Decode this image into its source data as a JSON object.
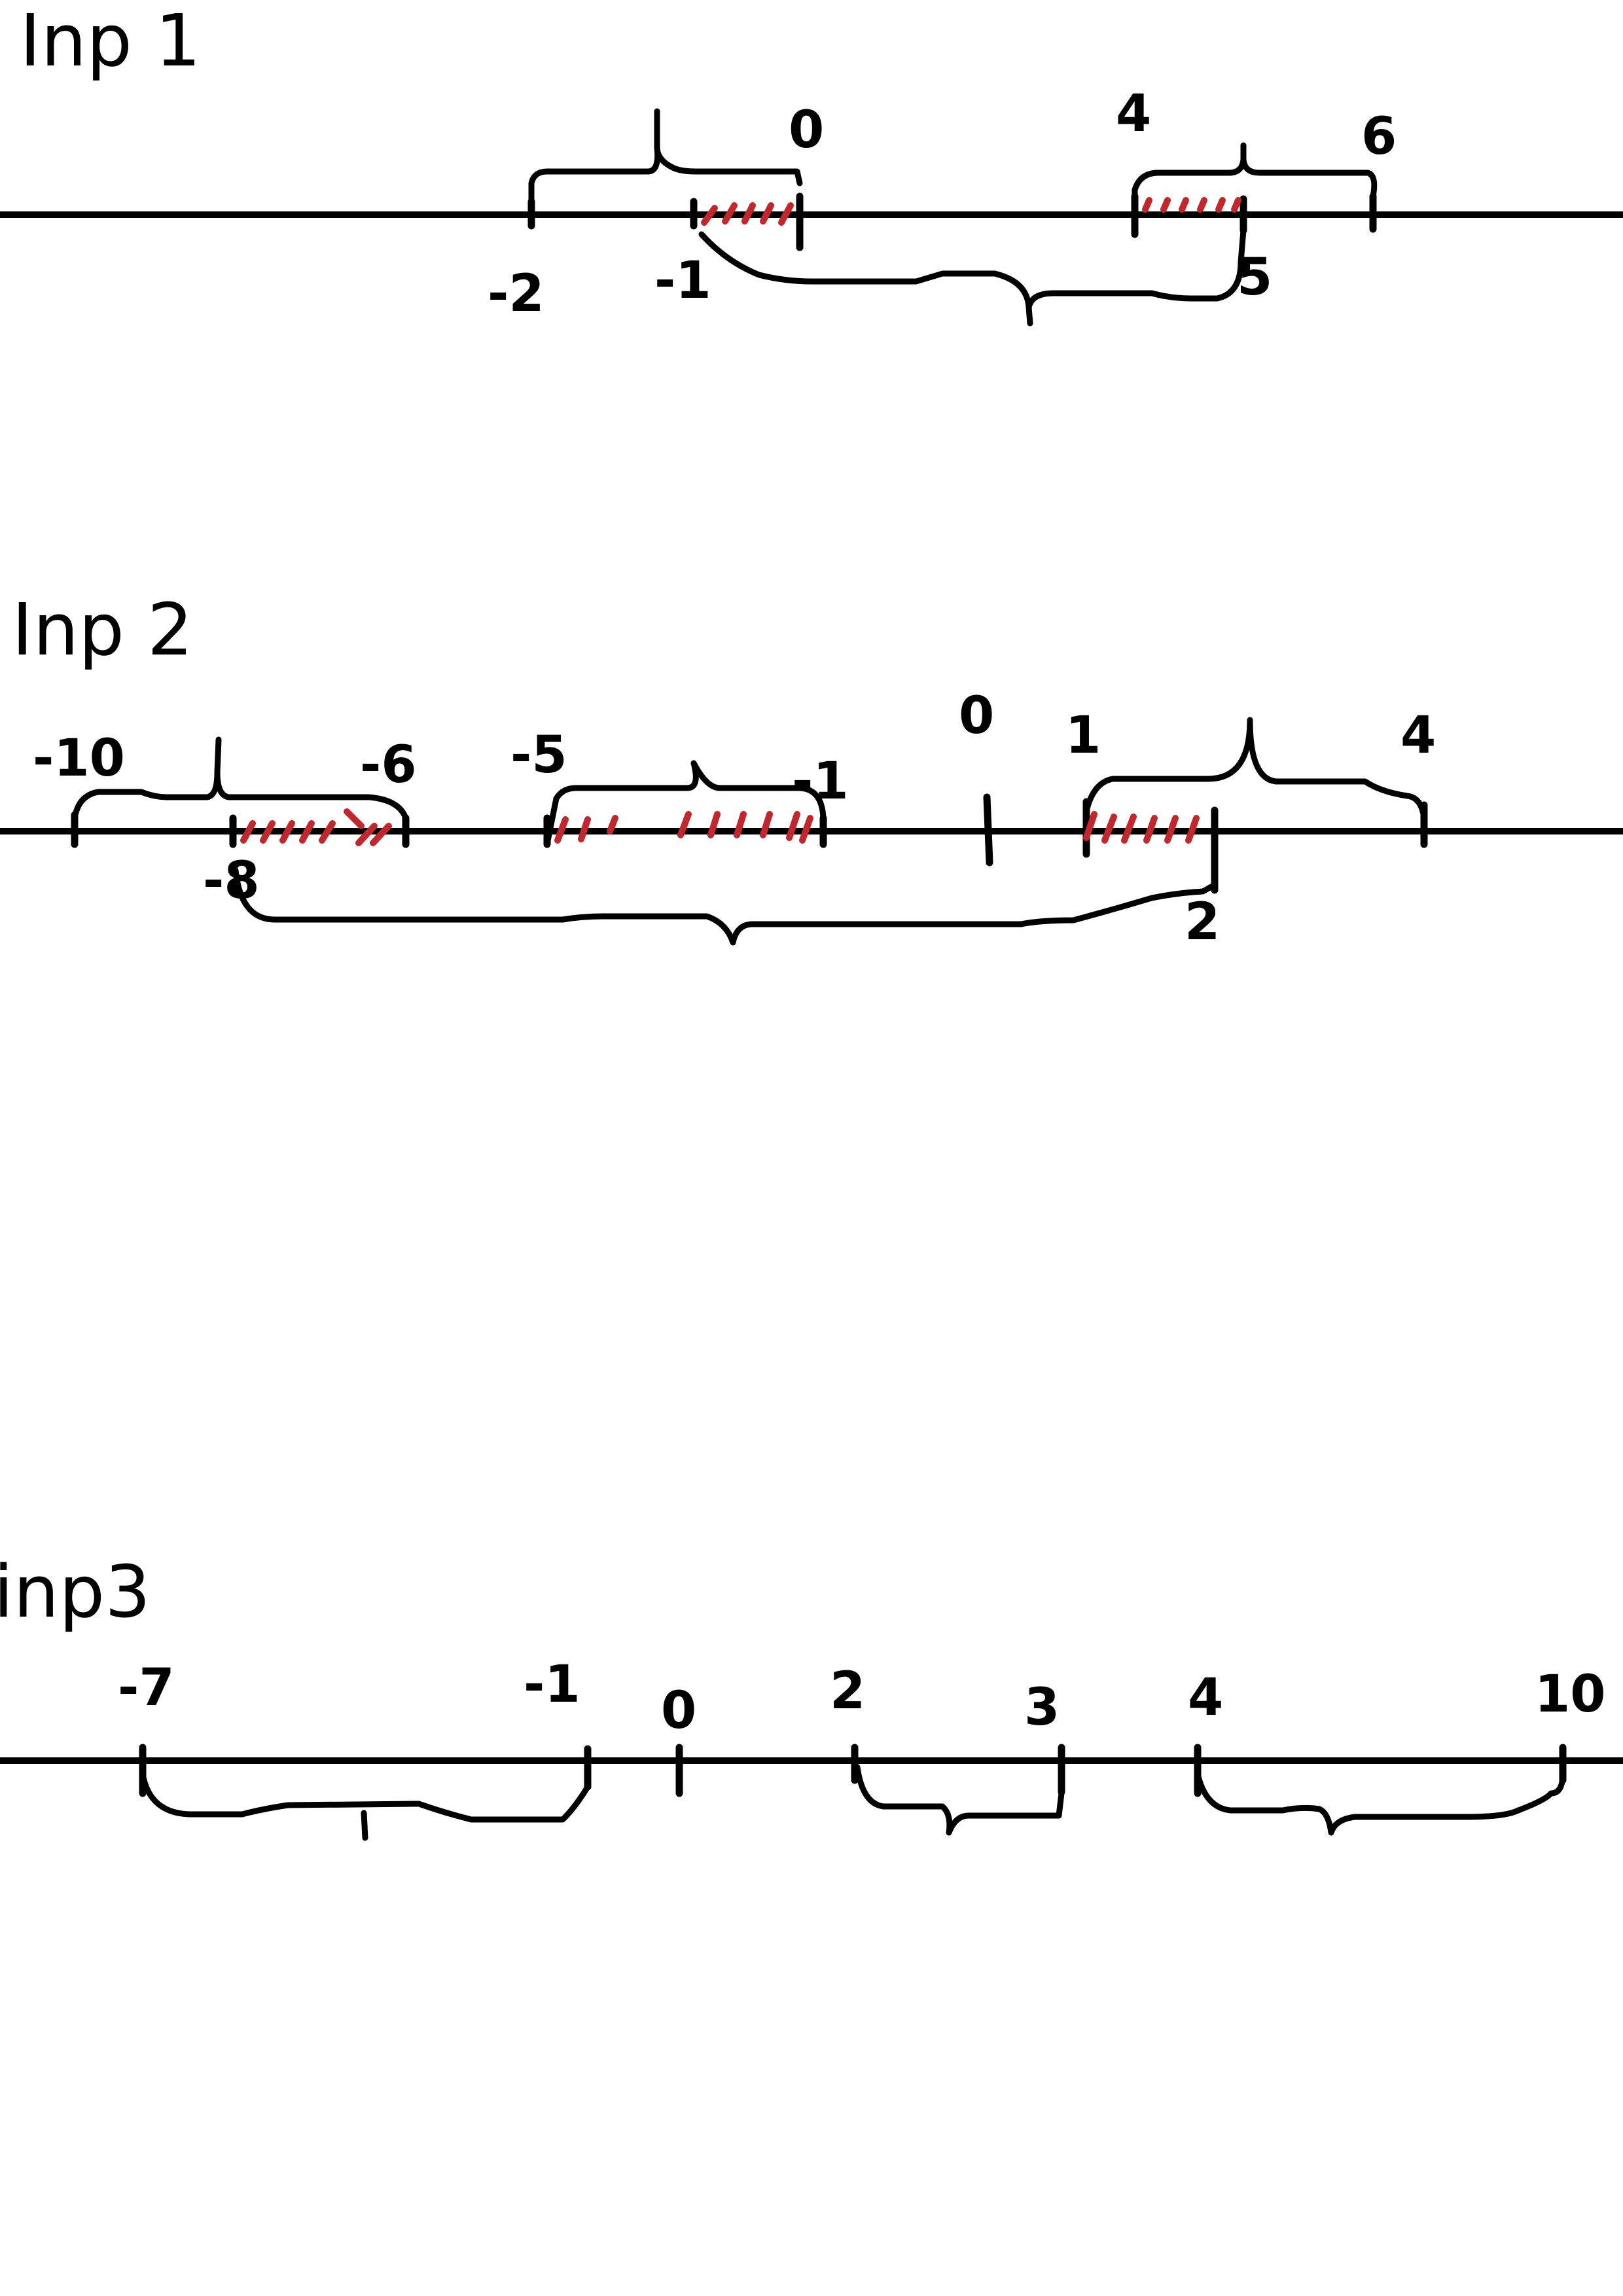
{
  "colors": {
    "ink": "#000000",
    "shade": "#c0282d",
    "paper": "#ffffff"
  },
  "diagrams": [
    {
      "title": "Inp 1",
      "tick_labels": [
        "-2",
        "-1",
        "0",
        "4",
        "5",
        "6"
      ],
      "top_intervals": [
        [
          "-2",
          "0"
        ],
        [
          "4",
          "6"
        ]
      ],
      "bottom_intervals": [
        [
          "-1",
          "5"
        ]
      ],
      "intersection": [
        [
          "-1",
          "0"
        ],
        [
          "4",
          "5"
        ]
      ]
    },
    {
      "title": "Inp 2",
      "tick_labels": [
        "-10",
        "-8",
        "-6",
        "-5",
        "-1",
        "0",
        "1",
        "2",
        "4"
      ],
      "top_intervals": [
        [
          "-10",
          "-6"
        ],
        [
          "-5",
          "-1"
        ],
        [
          "1",
          "4"
        ]
      ],
      "bottom_intervals": [
        [
          "-8",
          "2"
        ]
      ],
      "intersection": [
        [
          "-8",
          "-6"
        ],
        [
          "-5",
          "-1"
        ],
        [
          "1",
          "2"
        ]
      ]
    },
    {
      "title": "inp3",
      "tick_labels": [
        "-7",
        "-1",
        "0",
        "2",
        "3",
        "4",
        "10"
      ],
      "bottom_intervals": [
        [
          "-7",
          "-1"
        ],
        [
          "2",
          "3"
        ],
        [
          "4",
          "10"
        ]
      ]
    }
  ]
}
